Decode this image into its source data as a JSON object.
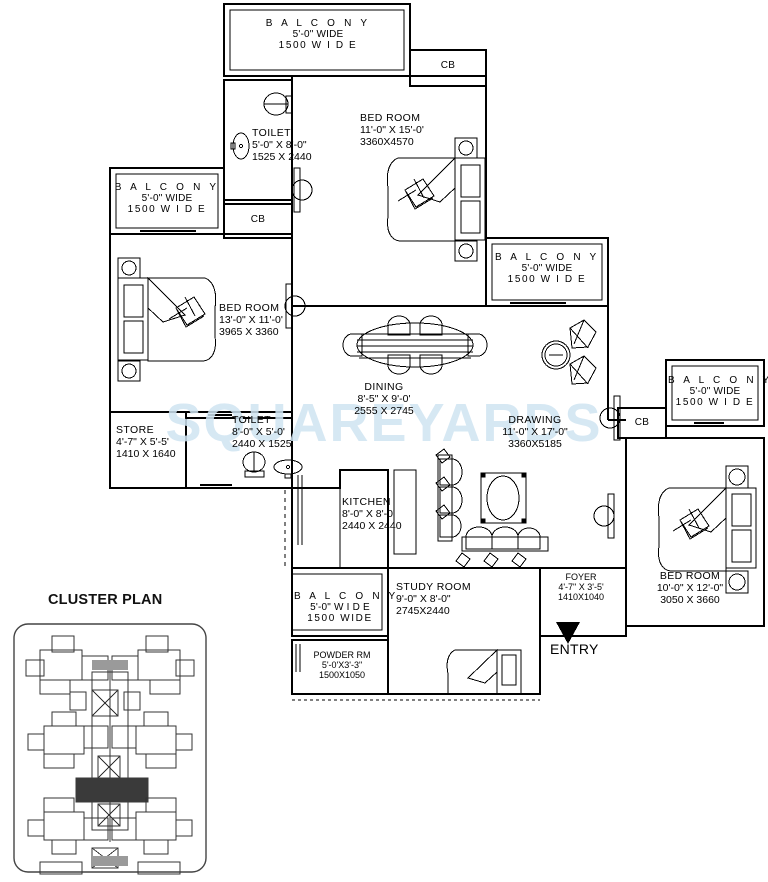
{
  "watermark": "SQUAREYARDS",
  "entry": {
    "label": "ENTRY",
    "marker": "entry-arrow-icon"
  },
  "cluster": {
    "title": "CLUSTER PLAN"
  },
  "cabinets": [
    {
      "label": "CB"
    },
    {
      "label": "CB"
    },
    {
      "label": "CB"
    },
    {
      "label": "CB"
    }
  ],
  "rooms": [
    {
      "id": "balcony-top",
      "name": "B A L C O N Y",
      "dim_ft": "5'-0\" WIDE",
      "dim_mm": "1500  W I D E"
    },
    {
      "id": "balcony-left",
      "name": "B A L C O N Y",
      "dim_ft": "5'-0\" WIDE",
      "dim_mm": "1500  W I D E"
    },
    {
      "id": "balcony-middle-right",
      "name": "B A L C O N Y",
      "dim_ft": "5'-0\" WIDE",
      "dim_mm": "1500  W I D E"
    },
    {
      "id": "balcony-right",
      "name": "B A L C O N Y",
      "dim_ft": "5'-0\" WIDE",
      "dim_mm": "1500  W I D E"
    },
    {
      "id": "balcony-bottom",
      "name": "B A L C O N Y",
      "dim_ft": "5'-0\"  W I D E",
      "dim_mm": "1500 WIDE"
    },
    {
      "id": "toilet-top",
      "name": "TOILET",
      "dim_ft": "5'-0\" X 8'-0\"",
      "dim_mm": "1525 X 2440"
    },
    {
      "id": "bedroom-top",
      "name": "BED ROOM",
      "dim_ft": "11'-0\" X 15'-0'",
      "dim_mm": "3360X4570"
    },
    {
      "id": "bedroom-left",
      "name": "BED ROOM",
      "dim_ft": "13'-0\" X 11'-0'",
      "dim_mm": "3965 X 3360"
    },
    {
      "id": "store",
      "name": "STORE",
      "dim_ft": "4'-7\" X 5'-5'",
      "dim_mm": "1410 X 1640"
    },
    {
      "id": "toilet-left",
      "name": "TOILET",
      "dim_ft": "8'-0\" X 5'-0'",
      "dim_mm": "2440 X 1525"
    },
    {
      "id": "dining",
      "name": "DINING",
      "dim_ft": "8'-5\" X 9'-0'",
      "dim_mm": "2555 X 2745"
    },
    {
      "id": "drawing",
      "name": "DRAWING",
      "dim_ft": "11'-0\" X 17'-0\"",
      "dim_mm": "3360X5185"
    },
    {
      "id": "kitchen",
      "name": "KITCHEN",
      "dim_ft": "8'-0\" X 8'-0'",
      "dim_mm": "2440 X 2440"
    },
    {
      "id": "study-room",
      "name": "STUDY  ROOM",
      "dim_ft": "9'-0\" X 8'-0\"",
      "dim_mm": "2745X2440"
    },
    {
      "id": "powder-rm",
      "name": "POWDER RM",
      "dim_ft": "5'-0'X3'-3\"",
      "dim_mm": "1500X1050"
    },
    {
      "id": "foyer",
      "name": "FOYER",
      "dim_ft": "4'-7\" X 3'-5'",
      "dim_mm": "1410X1040"
    },
    {
      "id": "bedroom-right",
      "name": "BED ROOM",
      "dim_ft": "10'-0\" X 12'-0\"",
      "dim_mm": "3050 X 3660"
    }
  ],
  "colors": {
    "wall": "#000000",
    "watermark": "#cfe4f2",
    "paper": "#ffffff",
    "cluster_highlight": "#3a3a3a"
  }
}
